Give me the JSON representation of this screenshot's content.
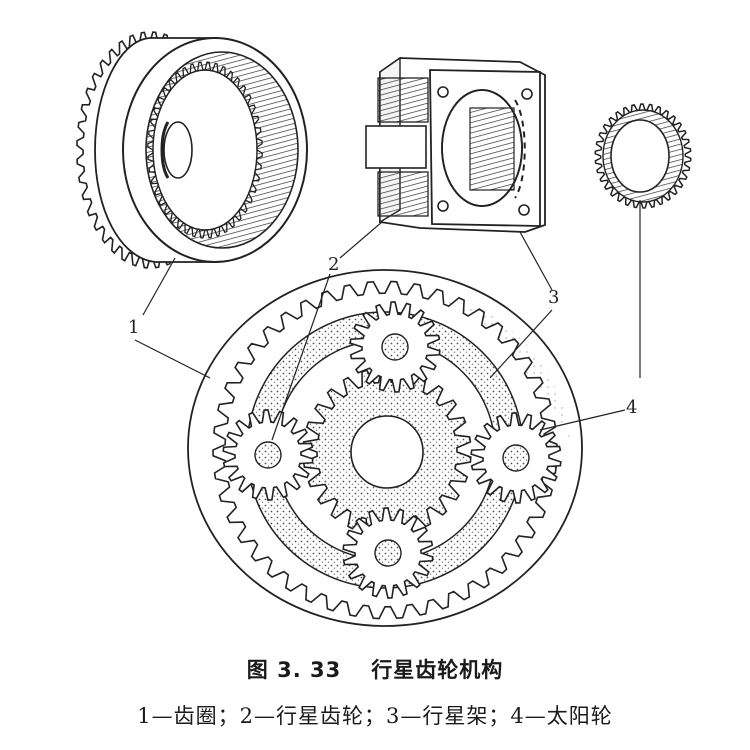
{
  "figure": {
    "callouts": {
      "ring_gear": "1",
      "planet_gear": "2",
      "planet_carrier": "3",
      "sun_gear": "4"
    }
  },
  "caption": {
    "figure_number": "图 3. 33",
    "title": "行星齿轮机构",
    "legend": "1—齿圈；2—行星齿轮；3—行星架；4—太阳轮"
  }
}
